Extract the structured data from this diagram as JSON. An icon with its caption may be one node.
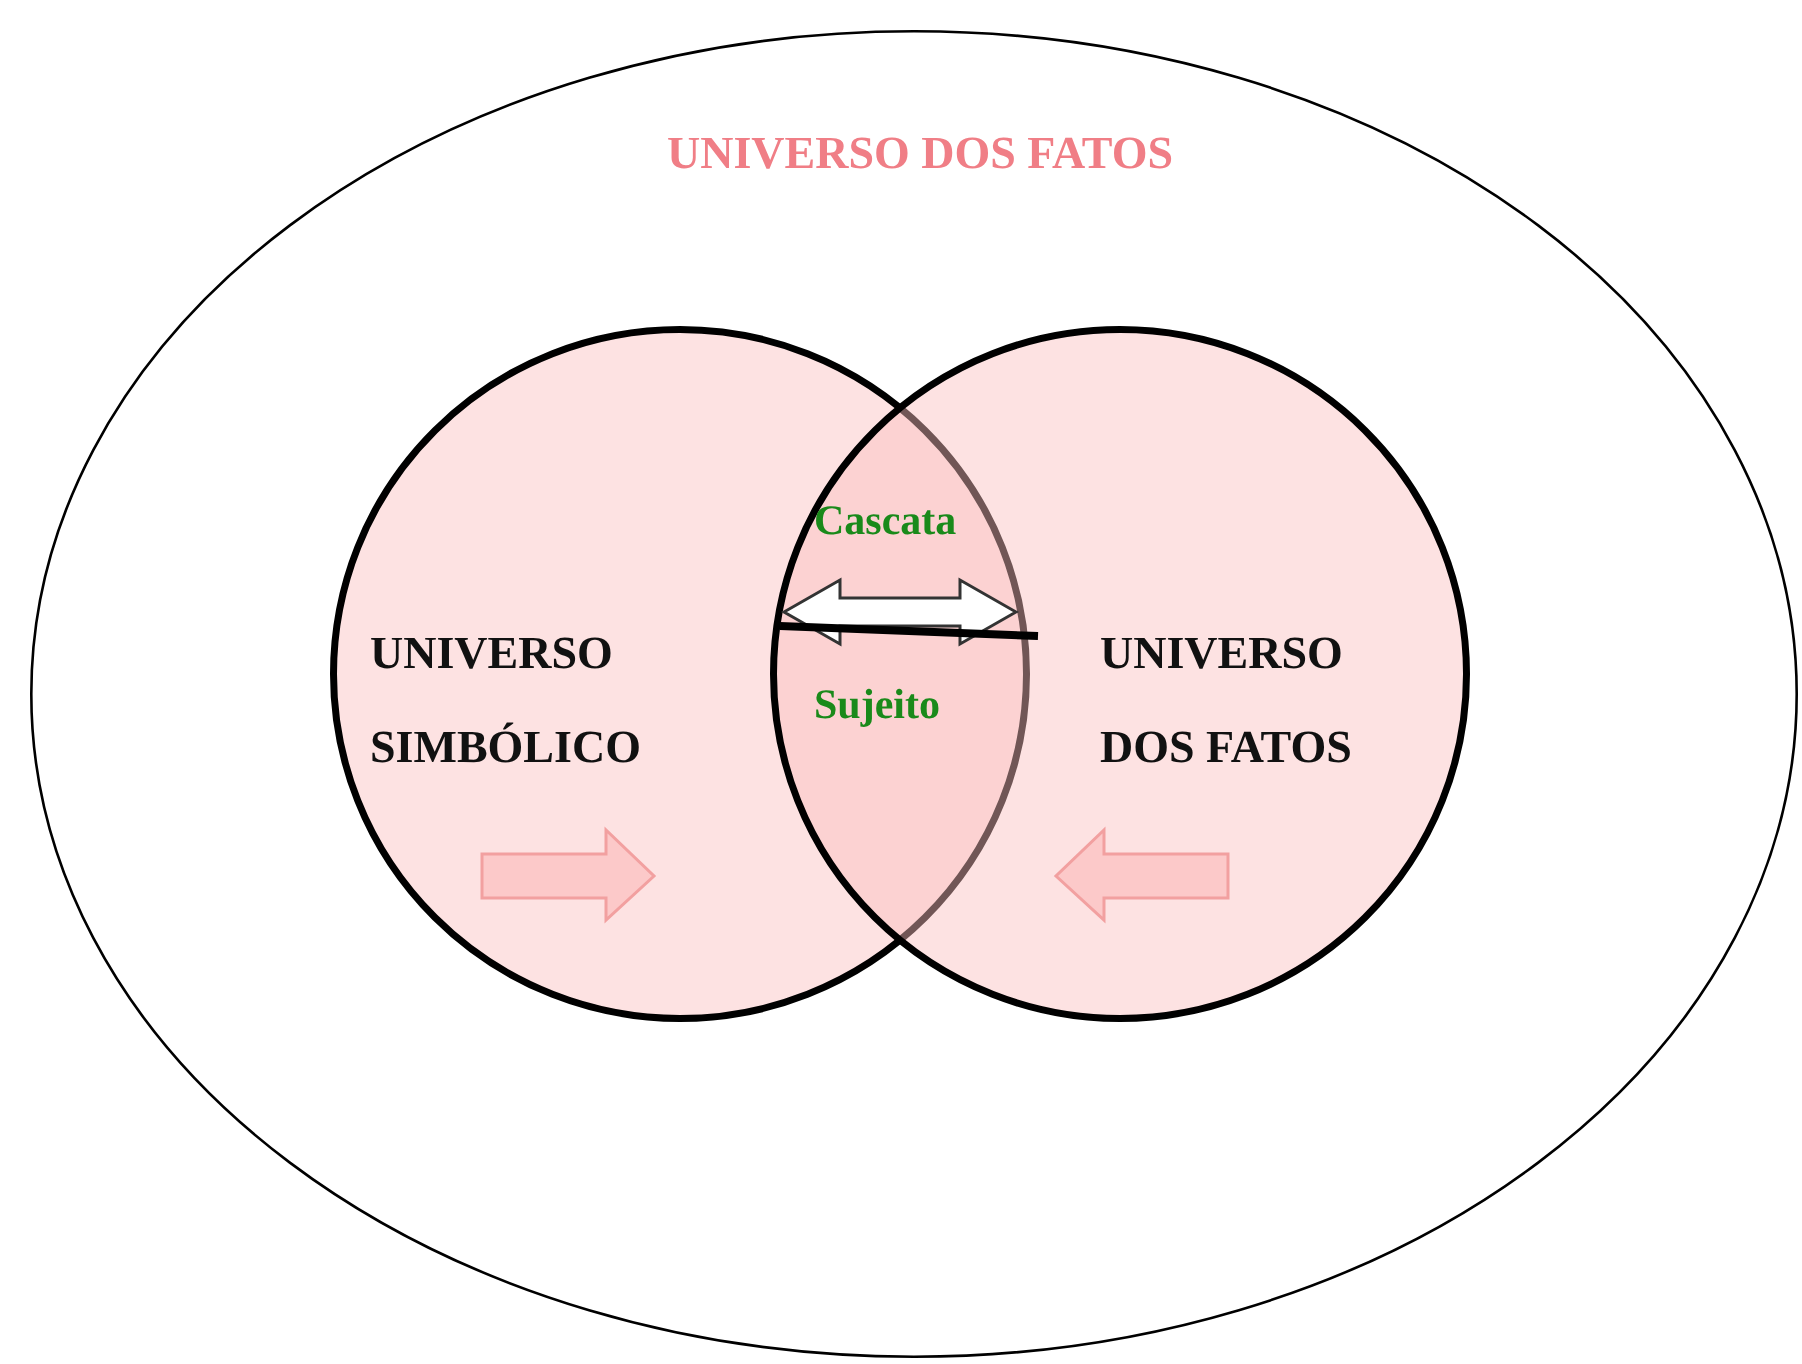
{
  "diagram": {
    "nodes": [
      {
        "text": [
          "UNIVERSO DOS FATOS"
        ]
      },
      {
        "text": [
          "UNIVERSO SIMBÓLICO"
        ],
        "in": 0
      },
      {
        "text": [
          "UNIVERSO DOS FATOS"
        ],
        "in": 0
      }
    ],
    "labels": [
      "Cascata",
      "Sujeito"
    ]
  }
}
